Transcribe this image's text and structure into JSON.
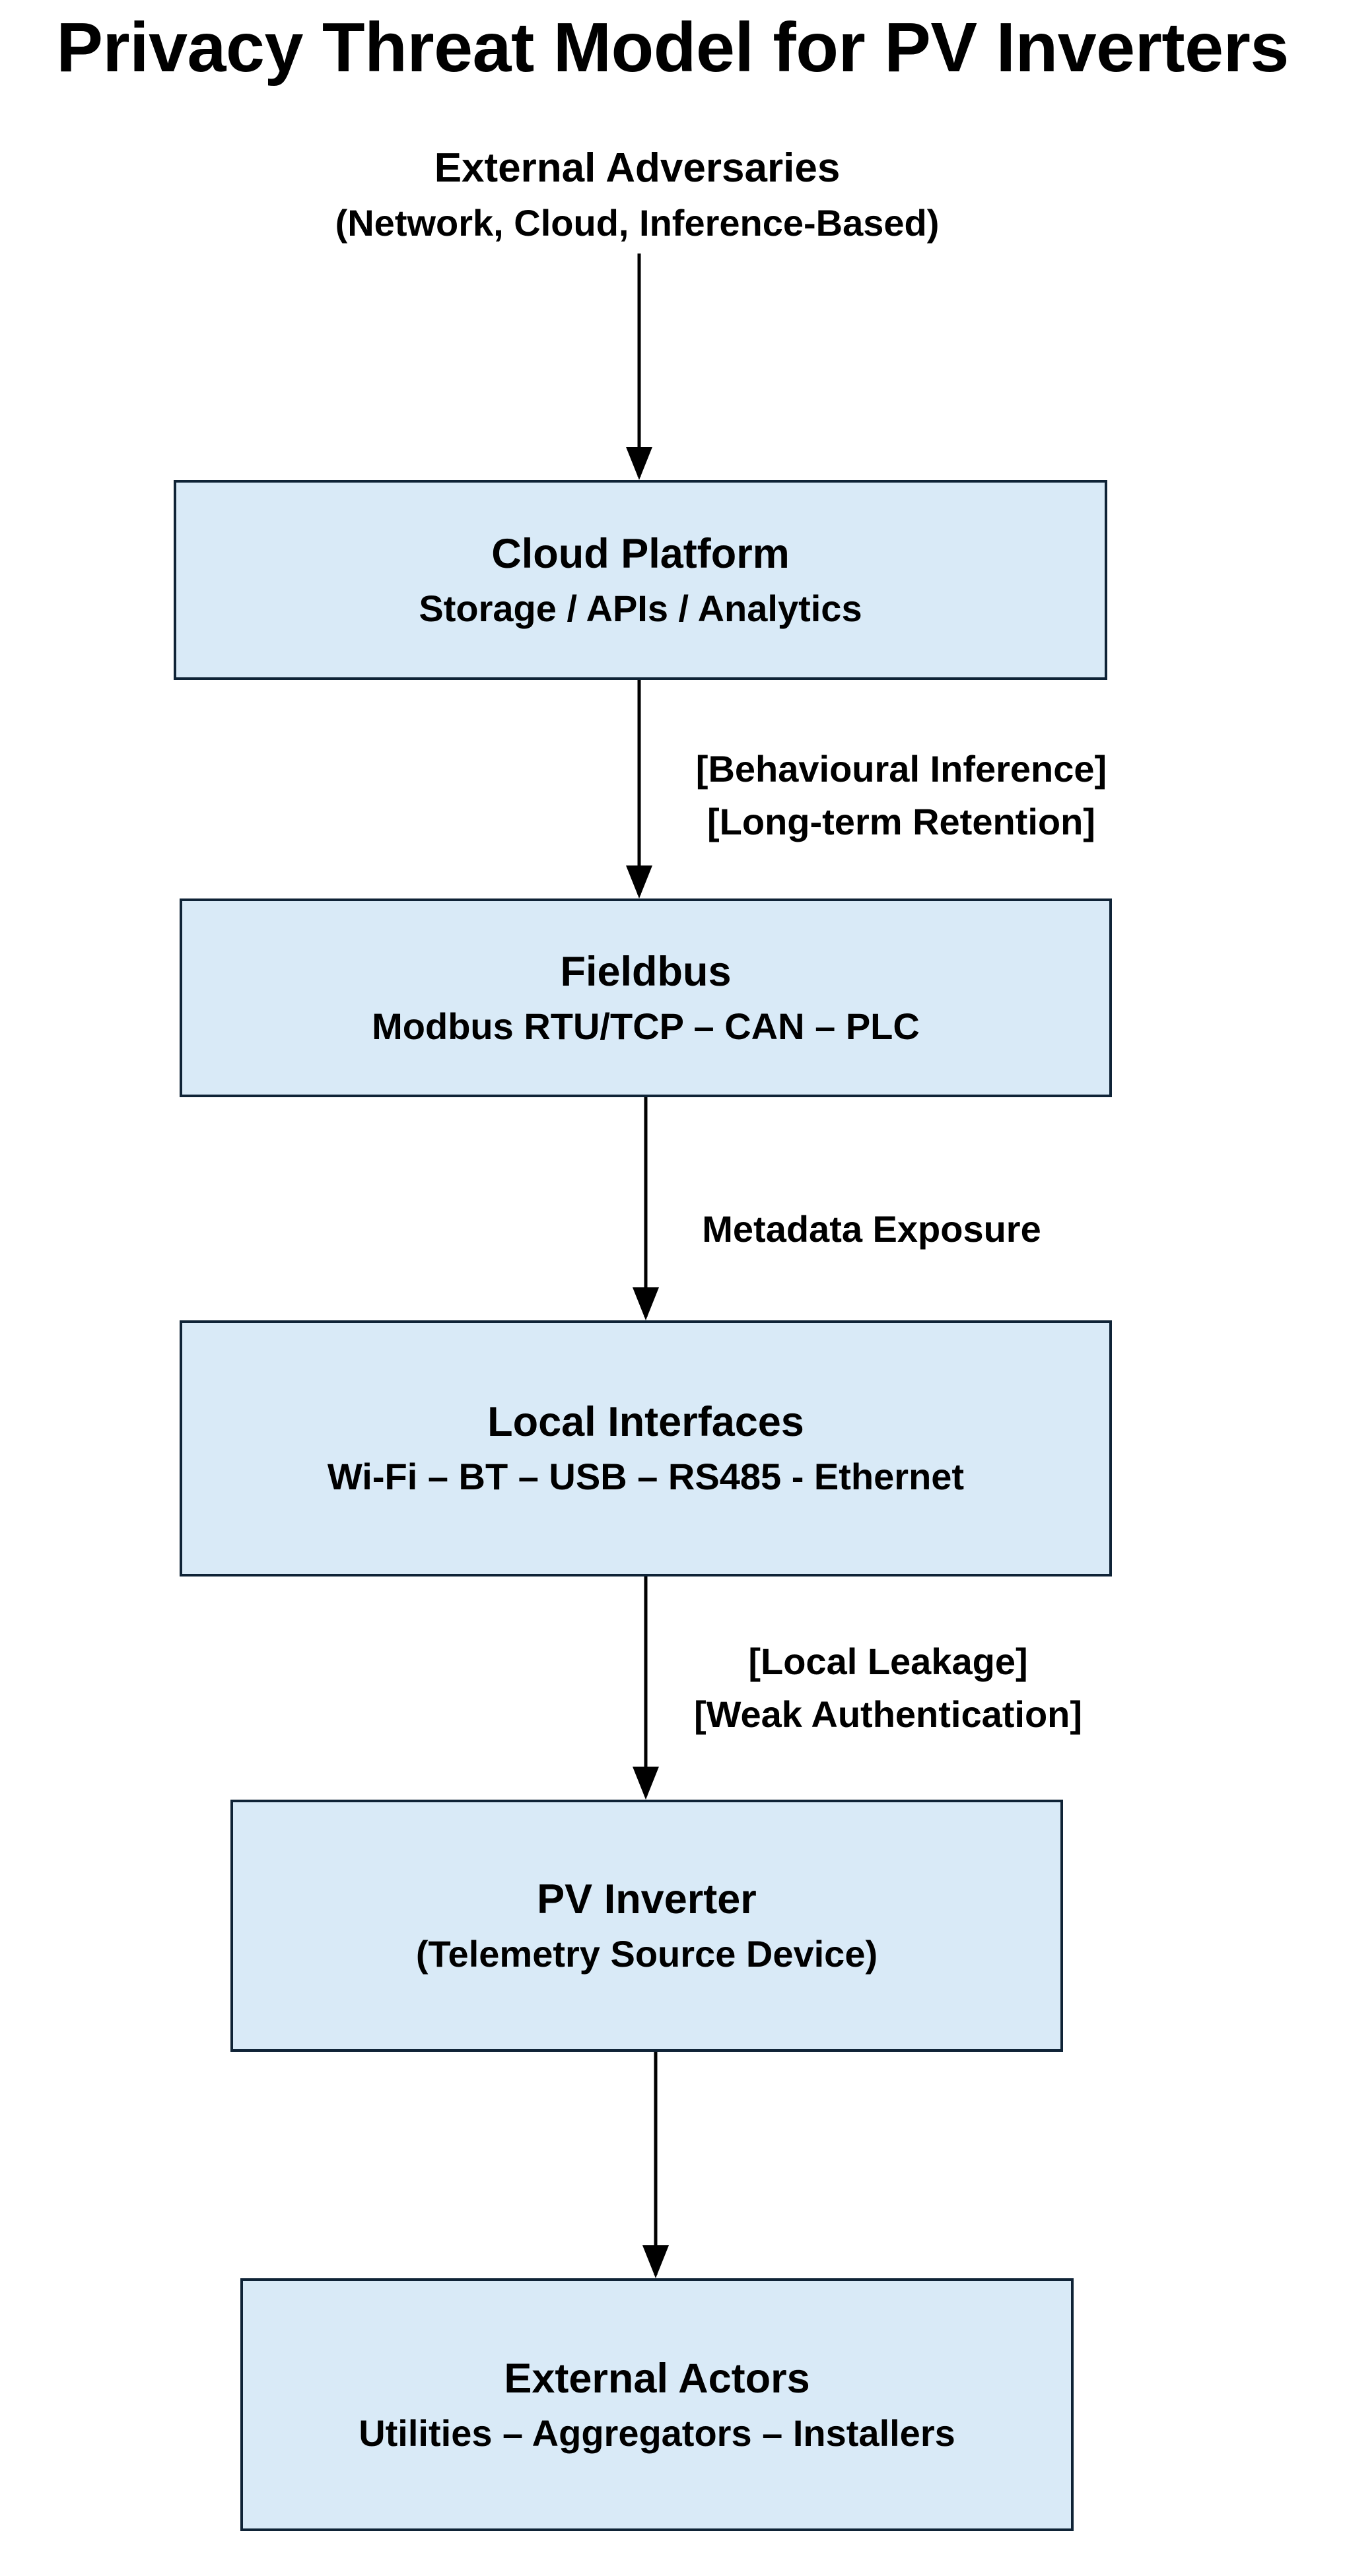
{
  "title": "Privacy Threat Model for PV Inverters",
  "source": {
    "name": "External Adversaries",
    "detail": "(Network, Cloud, Inference-Based)"
  },
  "nodes": [
    {
      "title": "Cloud Platform",
      "subtitle": "Storage / APIs / Analytics"
    },
    {
      "title": "Fieldbus",
      "subtitle": "Modbus RTU/TCP – CAN – PLC"
    },
    {
      "title": "Local Interfaces",
      "subtitle": "Wi-Fi – BT – USB – RS485 - Ethernet"
    },
    {
      "title": "PV Inverter",
      "subtitle": "(Telemetry Source Device)"
    },
    {
      "title": "External Actors",
      "subtitle": "Utilities – Aggregators – Installers"
    }
  ],
  "edges": [
    {
      "from": "External Adversaries",
      "to": "Cloud Platform",
      "labels": []
    },
    {
      "from": "Cloud Platform",
      "to": "Fieldbus",
      "labels": [
        "[Behavioural Inference]",
        "[Long-term Retention]"
      ]
    },
    {
      "from": "Fieldbus",
      "to": "Local Interfaces",
      "labels": [
        "Metadata Exposure"
      ]
    },
    {
      "from": "Local Interfaces",
      "to": "PV Inverter",
      "labels": [
        "[Local Leakage]",
        "[Weak Authentication]"
      ]
    },
    {
      "from": "PV Inverter",
      "to": "External Actors",
      "labels": []
    }
  ],
  "colors": {
    "box_fill": "#d9eaf7",
    "box_border": "#0f2336",
    "arrow": "#000000",
    "text": "#000000"
  }
}
